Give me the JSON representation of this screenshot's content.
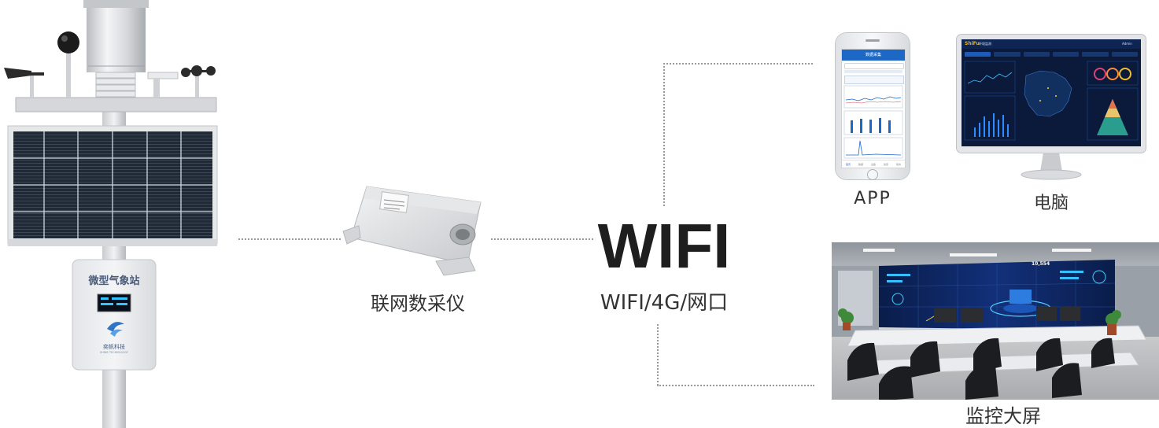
{
  "station": {
    "title": "微型气象站",
    "brand": "奕帆科技",
    "brand_en": "SHINE TECHNOLOGY"
  },
  "collector": {
    "label": "联网数采仪"
  },
  "network": {
    "title": "WIFI",
    "subtitle": "WIFI/4G/网口"
  },
  "app": {
    "label": "APP",
    "screen_title": "数据采集",
    "nav": [
      "首页",
      "数据",
      "设备",
      "告警",
      "我的"
    ]
  },
  "pc": {
    "label": "电脑",
    "brand": "ShiFu",
    "brand_suffix": "环境监测",
    "user": "Admin"
  },
  "wall": {
    "label": "监控大屏",
    "value": "10,554"
  },
  "colors": {
    "accent": "#1c68c4",
    "dark_screen": "#0b1a3a",
    "dots": "#9a9a9a",
    "text": "#333333"
  }
}
